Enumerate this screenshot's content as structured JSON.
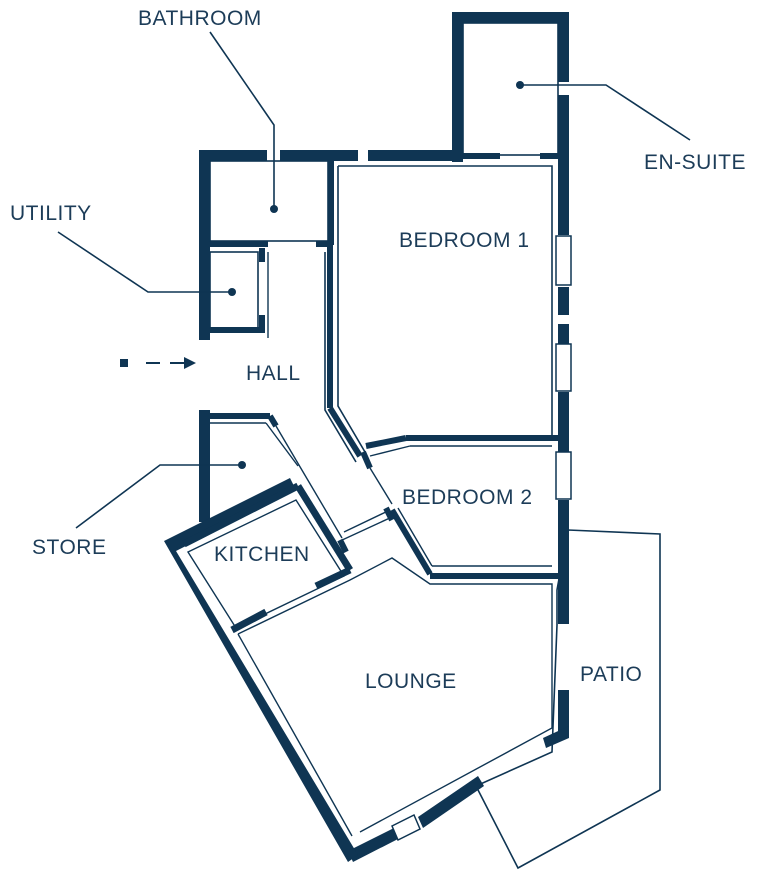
{
  "rooms": {
    "bathroom": "BATHROOM",
    "en_suite": "EN-SUITE",
    "utility": "UTILITY",
    "bedroom1": "BEDROOM 1",
    "hall": "HALL",
    "bedroom2": "BEDROOM 2",
    "store": "STORE",
    "kitchen": "KITCHEN",
    "lounge": "LOUNGE",
    "patio": "PATIO"
  },
  "colors": {
    "wall": "#0f3553",
    "label": "#1c3c58",
    "background": "#ffffff"
  },
  "icons": {
    "entrance": "entrance-arrow-icon"
  }
}
